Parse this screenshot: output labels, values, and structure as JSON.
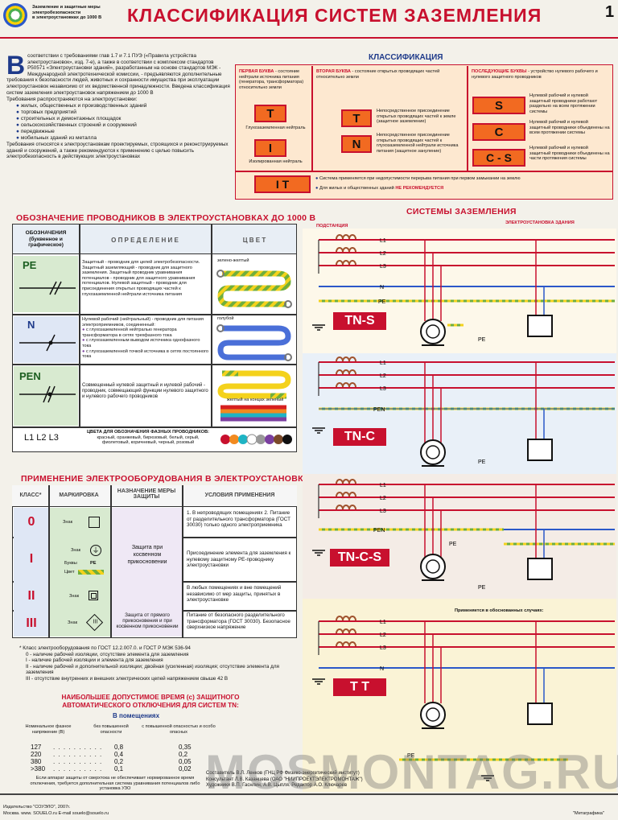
{
  "header": {
    "small_title_lines": [
      "Заземление и защитные меры",
      "электробезопасности",
      "в электроустановках до 1000 В"
    ],
    "title": "КЛАССИФИКАЦИЯ СИСТЕМ ЗАЗЕМЛЕНИЯ",
    "page_number": "1"
  },
  "intro": {
    "dropcap": "В",
    "p1": "соответствии с требованиями глав 1.7 и 7.1 ПУЭ («Правила устройства электроустановок», изд. 7-е), а также в соответствии с комплексом стандартов Р50571 «Электроустановки зданий», разработанным на основе стандартов МЭК - Международной электротехнической комиссии, - предъявляются дополнительные требования к безопасности людей, животных и сохранности имущества при эксплуатации электроустановок независимо от их ведомственной принадлежности. Введена классификация систем заземления электроустановок напряжением до 1000 В",
    "req_title": "Требования распространяются на электроустановки:",
    "bullets": [
      "жилых, общественных и производственных зданий",
      "торговых предприятий",
      "строительных и демонтажных площадок",
      "сельскохозяйственных строений и сооружений",
      "передвижные",
      "мобильных зданий из металла"
    ],
    "p2": "Требования относятся к электроустановкам проектируемых, строящихся и реконструируемых зданий и сооружений, а также рекомендуются к применению с целью повысить электробезопасность в действующих электроустановках"
  },
  "classification": {
    "title": "КЛАССИФИКАЦИЯ",
    "col1_head_red": "ПЕРВАЯ БУКВА",
    "col1_head": " - состояние нейтрали источника питания (генератора, трансформатора) относительно земли",
    "col2_head_red": "ВТОРАЯ БУКВА",
    "col2_head": " - состояние открытых проводящих частей относительно земли",
    "col3_head_red": "ПОСЛЕДУЮЩИЕ БУКВЫ",
    "col3_head": " - устройство нулевого рабочего и нулевого защитного проводников",
    "letter_T": "T",
    "desc_T1": "Глухозаземленная нейтраль",
    "letter_I": "I",
    "desc_I": "Изолированная нейтраль",
    "letter_T2": "T",
    "desc_T2": "Непосредственное присоединение открытых проводящих частей к земле (защитное заземление)",
    "letter_N": "N",
    "desc_N": "Непосредственное присоединение открытых проводящих частей к глухозаземленной нейтрали источника питания (защитное зануление)",
    "letter_S": "S",
    "desc_S": "Нулевой рабочий и нулевой защитный проводники работают раздельно на всем протяжении системы",
    "letter_C": "C",
    "desc_C": "Нулевой рабочий и нулевой защитный проводники объединены на всем протяжении системы",
    "letter_CS": "C - S",
    "desc_CS": "Нулевой рабочий и нулевой защитный проводники объединены на части протяжения системы",
    "it_label": "I T",
    "it_note1": "Система применяется при недопустимости перерыва питания при первом замыкании на землю",
    "it_note2": "Для жилых и общественных зданий",
    "it_note2_red": "НЕ РЕКОМЕНДУЕТСЯ"
  },
  "conductors": {
    "title": "ОБОЗНАЧЕНИЕ ПРОВОДНИКОВ В ЭЛЕКТРОУСТАНОВКАХ ДО 1000 В",
    "h1": "ОБОЗНАЧЕНИЯ (буквенное и графическое)",
    "h2": "О П Р Е Д Е Л Е Н И Е",
    "h3": "Ц В Е Т",
    "pe_label": "PE",
    "pe_def": "Защитный - проводник для целей электробезопасности. Защитный заземляющий - проводник для защитного заземления. Защитный проводник уравнивания потенциалов - проводник для защитного уравнивания потенциалов. Нулевой защитный - проводник для присоединения открытых проводящих частей к глухозаземленной нейтрали источника питания",
    "pe_color": "зелено-желтый",
    "n_label": "N",
    "n_def": "Нулевой рабочий (нейтральный) - проводник для питания электроприемников, соединенный:",
    "n_items": [
      "с глухозаземленной нейтралью генератора трансформатора в сетях трехфазного тока",
      "с глухозаземленным выводом источника однофазного тока",
      "с глухозаземленной точкой источника в сетях постоянного тока"
    ],
    "n_color": "голубой",
    "pen_label": "PEN",
    "pen_def": "Совмещенный нулевой защитный и нулевой рабочий - проводник, совмещающий функции нулевого защитного и нулевого рабочего проводников",
    "pen_color": "желтый на концах зеленый",
    "phase_label": "L1 L2 L3",
    "phase_title": "ЦВЕТА ДЛЯ ОБОЗНАЧЕНИЯ ФАЗНЫХ ПРОВОДНИКОВ:",
    "phase_colors": "красный, оранжевый, бирюзовый, белый, серый, фиолетовый, коричневый, черный, розовый"
  },
  "equipment": {
    "title": "ПРИМЕНЕНИЕ ЭЛЕКТРООБОРУДОВАНИЯ В ЭЛЕКТРОУСТАНОВКАХ",
    "h1": "КЛАСС*",
    "h2": "МАРКИРОВКА",
    "h3": "НАЗНАЧЕНИЕ МЕРЫ ЗАЩИТЫ",
    "h4": "УСЛОВИЯ ПРИМЕНЕНИЯ",
    "rows": [
      {
        "cls": "0",
        "mark": "Знак",
        "cond": "1. В непроводящих помещениях 2. Питание от разделительного трансформатора (ГОСТ 30030) только одного электроприемника"
      },
      {
        "cls": "I",
        "mark": "Знак",
        "cond": "Присоединение элемента для заземления к нулевому защитному PE-проводнику электроустановки"
      },
      {
        "cls": "II",
        "mark": "Знак",
        "cond": "В любых помещениях и вне помещений независимо от мер защиты, принятых в электроустановке"
      },
      {
        "cls": "III",
        "mark": "Знак",
        "cond": "Питание от безопасного разделительного трансформатора (ГОСТ 30030). Безопасное сверхнизкое напряжение"
      }
    ],
    "mark_buk": "Буквы",
    "mark_buk_val": "PE",
    "mark_color": "Цвет",
    "prot_indirect": "Защита при косвенном прикосновении",
    "prot_direct": "Защита от прямого прикосновения и при косвенном прикосновении",
    "footnote_title": "* Класс электрооборудования по ГОСТ 12.2.007.0. и ГОСТ Р МЭК 536-94",
    "footnotes": [
      "0 - наличие рабочей изоляции, отсутствие элемента для заземления",
      "I - наличие рабочей изоляции и элемента для заземления",
      "II - наличие рабочей и дополнительной изоляции; двойная (усиленная) изоляция; отсутствие элемента для заземления",
      "III - отсутствие внутренних и внешних электрических цепей напряжением свыше 42 В"
    ]
  },
  "timing": {
    "title": "НАИБОЛЬШЕЕ ДОПУСТИМОЕ ВРЕМЯ (с) ЗАЩИТНОГО АВТОМАТИЧЕСКОГО ОТКЛЮЧЕНИЯ ДЛЯ СИСТЕМ TN:",
    "subtitle": "В помещениях",
    "h1": "Номинальное фазное напряжение (В)",
    "h2": "без повышенной опасности",
    "h3": "с повышенной опасностью и особо опасных",
    "rows": [
      {
        "v": "127",
        "a": "0,8",
        "b": "0,35"
      },
      {
        "v": "220",
        "a": "0,4",
        "b": "0,2"
      },
      {
        "v": "380",
        "a": "0,2",
        "b": "0,05"
      },
      {
        "v": ">380",
        "a": "0,1",
        "b": "0,02"
      }
    ],
    "note": "Если аппарат защиты от сверхтока не обеспечивает нормированное время отключения, требуется дополнительная система уравнивания потенциалов либо установка УЗО"
  },
  "systems": {
    "title": "СИСТЕМЫ ЗАЗЕМЛЕНИЯ",
    "substation": "ПОДСТАНЦИЯ",
    "installation": "ЭЛЕКТРОУСТАНОВКА ЗДАНИЯ",
    "L1": "L1",
    "L2": "L2",
    "L3": "L3",
    "N": "N",
    "PE": "PE",
    "PEN": "PEN",
    "tns": "TN-S",
    "tnc": "TN-C",
    "tncs": "TN-C-S",
    "tt": "T T",
    "tt_note": "Применяется в обоснованных случаях:"
  },
  "footer": {
    "publisher": "Издательство \"СОУЭЛО\", 2007г.",
    "address": "Москва. www. SOUELO.ru E-mail souelo@souelo.ru",
    "authors": "Составитель В.Л. Ленков (ГНЦ РФ Физико-энергетический институт)",
    "consult": "Консультант Л.В. Казанцева (ОАО \"НИИПРОЕКТЭЛЕКТРОМОНТАЖ\")",
    "artists": "Художники В.П. Гаснлин, А.В. Цыпля. Редактор А.О. Ключарев",
    "printer": "\"Метаграфика\"",
    "watermark": "MOSMONTAG.RU"
  },
  "colors": {
    "red": "#c8102e",
    "orange": "#f26a21",
    "blue": "#2b58c9",
    "greenyellow": "#6fae3c",
    "brown": "#a0522d"
  }
}
